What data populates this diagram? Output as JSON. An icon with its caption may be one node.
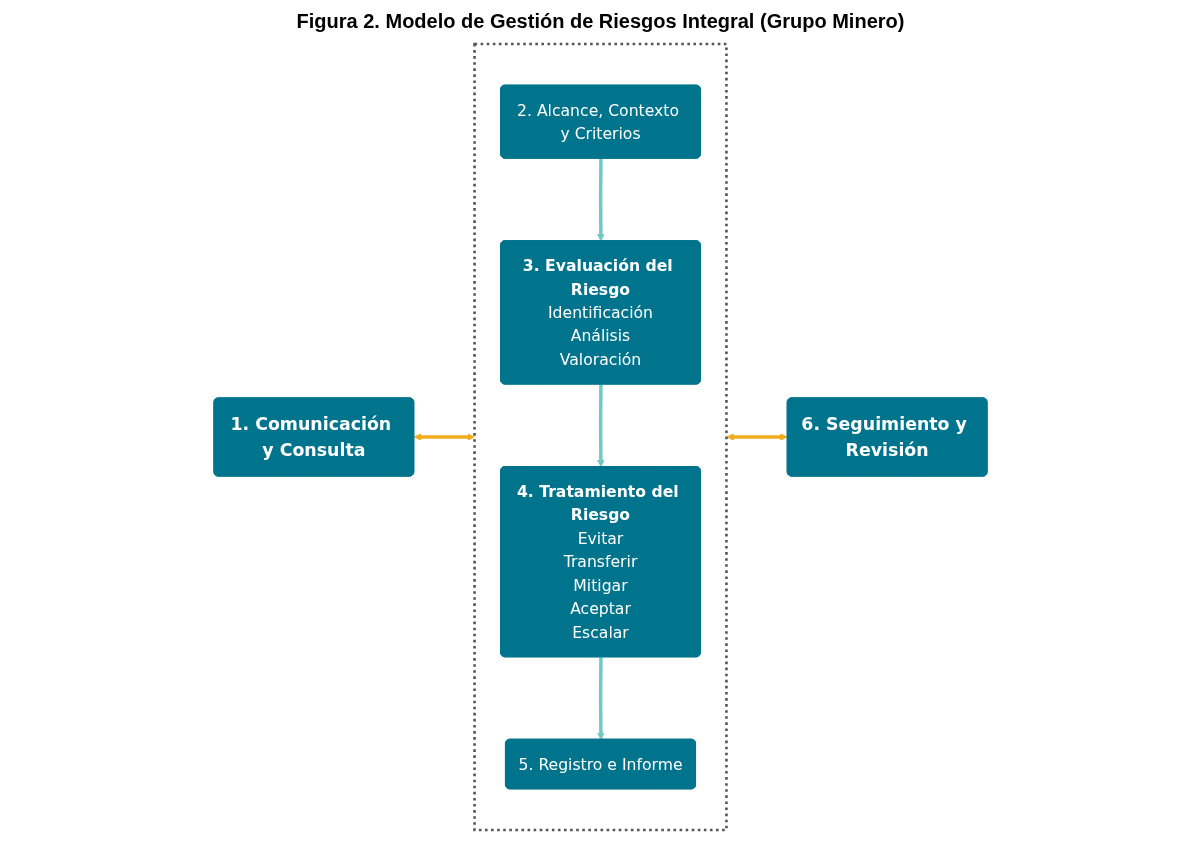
{
  "diagram": {
    "title": "Figura 2. Modelo de Gestión de Riesgos Integral (Grupo Minero)",
    "nodes": [
      {
        "text": [
          "1. Comunicación y Consulta"
        ]
      },
      {
        "text": [],
        "shape": "box"
      },
      {
        "text": [
          "2. Alcance, Contexto y Criterios"
        ],
        "in": 1
      },
      {
        "text": [
          "3. Evaluación del Riesgo",
          "Identificación",
          "Análisis",
          "Valoración"
        ],
        "in": 1
      },
      {
        "text": [
          "4. Tratamiento del Riesgo",
          "Evitar",
          "Transferir",
          "Mitigar",
          "Aceptar",
          "Escalar"
        ],
        "in": 1
      },
      {
        "text": [
          "5. Registro e Informe"
        ],
        "in": 1
      },
      {
        "text": [
          "6. Seguimiento y Revisión"
        ]
      }
    ],
    "edges": [
      {
        "from": 0,
        "to": 1,
        "arrow": "both",
        "color": "#f0ab1e"
      },
      {
        "from": 2,
        "to": 3,
        "arrow": "to"
      },
      {
        "from": 3,
        "to": 4,
        "arrow": "to"
      },
      {
        "from": 4,
        "to": 5,
        "arrow": "to"
      },
      {
        "from": 1,
        "to": 6,
        "arrow": "both",
        "color": "#f0ab1e"
      }
    ]
  }
}
